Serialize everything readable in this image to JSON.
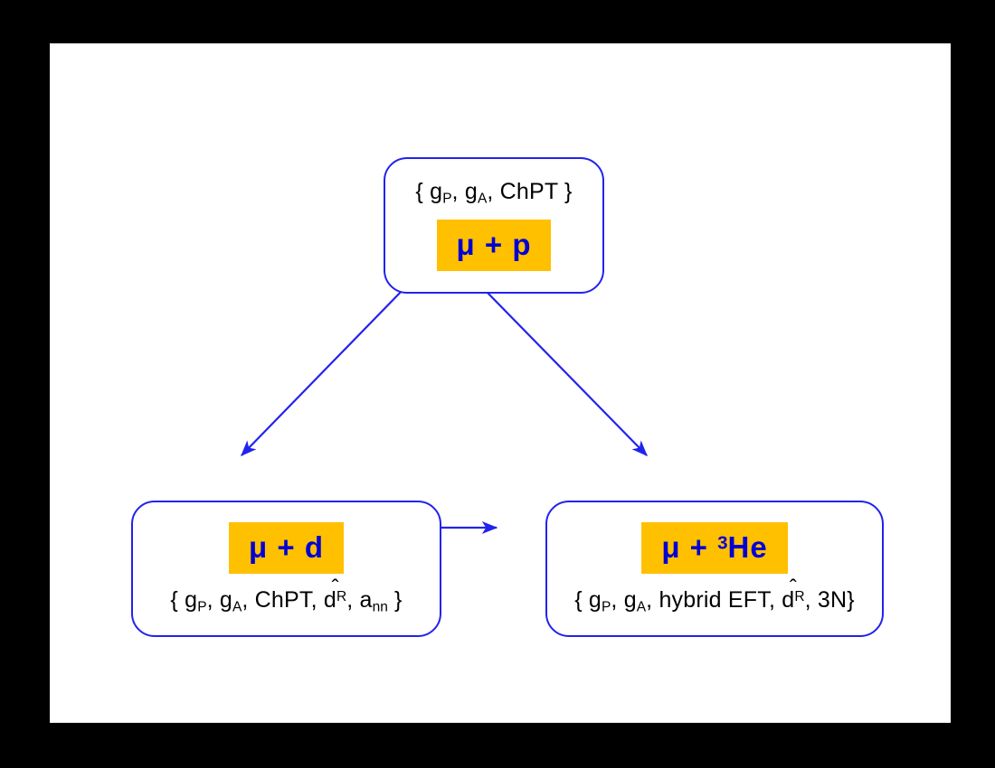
{
  "diagram": {
    "type": "flow-diagram",
    "background_color": "#000000",
    "panel_color": "#ffffff",
    "accent_color": "#2222ee",
    "highlight_color": "#ffc000",
    "highlight_text_color": "#0000d5",
    "nodes": [
      {
        "id": "mu-p",
        "title": "μ + p",
        "ingredients_plain": "{ g_P, g_A, ChPT }",
        "ingredients": {
          "open_brace": "{",
          "items": [
            {
              "base": "g",
              "sub": "P"
            },
            {
              "base": "g",
              "sub": "A"
            },
            {
              "base": "ChPT"
            }
          ],
          "close_brace": "}"
        }
      },
      {
        "id": "mu-d",
        "title": "μ + d",
        "ingredients_plain": "{ g_P, g_A, ChPT, d̂^R, a_nn }",
        "ingredients": {
          "open_brace": "{",
          "items": [
            {
              "base": "g",
              "sub": "P"
            },
            {
              "base": "g",
              "sub": "A"
            },
            {
              "base": "ChPT"
            },
            {
              "base": "d",
              "hat": true,
              "sup": "R"
            },
            {
              "base": "a",
              "sub": "nn"
            }
          ],
          "close_brace": "}"
        }
      },
      {
        "id": "mu-he3",
        "title": "μ + 3He",
        "title_parts": {
          "lead": "μ + ",
          "sup": "3",
          "tail": "He"
        },
        "ingredients_plain": "{ g_P, g_A, hybrid EFT, d̂^R, 3N}",
        "ingredients": {
          "open_brace": "{",
          "items": [
            {
              "base": "g",
              "sub": "P"
            },
            {
              "base": "g",
              "sub": "A"
            },
            {
              "base": "hybrid EFT"
            },
            {
              "base": "d",
              "hat": true,
              "sup": "R"
            },
            {
              "base": "3N"
            }
          ],
          "close_brace": "}"
        }
      }
    ],
    "connections": [
      {
        "id": "mu-p-to-mu-d",
        "from": "mu-p",
        "to": "mu-d",
        "direction": "bidirectional",
        "style": "diagonal"
      },
      {
        "id": "mu-p-to-mu-he3",
        "from": "mu-p",
        "to": "mu-he3",
        "direction": "bidirectional",
        "style": "diagonal"
      },
      {
        "id": "mu-d-to-mu-he3",
        "from": "mu-d",
        "to": "mu-he3",
        "direction": "bidirectional",
        "style": "horizontal"
      }
    ]
  }
}
